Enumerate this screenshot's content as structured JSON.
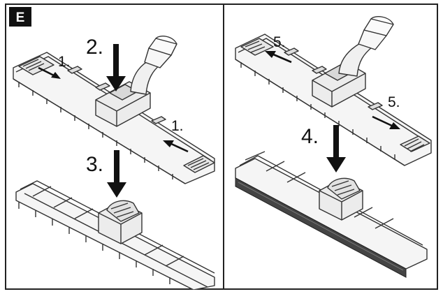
{
  "figure_label": "E",
  "left_panel": {
    "steps": [
      {
        "id": "s1a",
        "text": "1."
      },
      {
        "id": "s2",
        "text": "2."
      },
      {
        "id": "s1b",
        "text": "1."
      },
      {
        "id": "s3",
        "text": "3."
      }
    ]
  },
  "right_panel": {
    "steps": [
      {
        "id": "s5a",
        "text": "5."
      },
      {
        "id": "s5b",
        "text": "5."
      },
      {
        "id": "s4",
        "text": "4."
      }
    ]
  },
  "colors": {
    "line": "#333333",
    "fill": "#f2f2f2",
    "arrow": "#111111",
    "strip": "#444444"
  }
}
